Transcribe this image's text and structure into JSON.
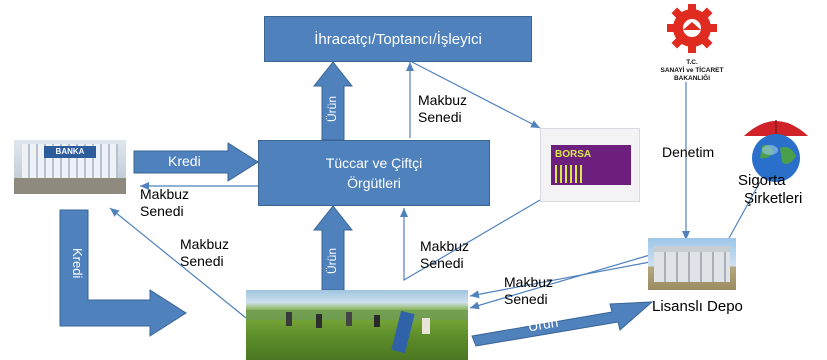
{
  "nodes": {
    "exporter": "İhracatçı/Toptancı/İşleyici",
    "trader_line1": "Tüccar ve Çiftçi",
    "trader_line2": "Örgütleri",
    "warehouse": "Lisanslı Depo",
    "insurance_line1": "Sigorta",
    "insurance_line2": "Şirketleri",
    "bank_sign": "BANKA",
    "exchange_sign": "BORSA",
    "ministry_line1": "T.C.",
    "ministry_line2": "SANAYİ ve TİCARET",
    "ministry_line3": "BAKANLIĞI"
  },
  "edges": {
    "kredi_top": "Kredi",
    "kredi_left": "Kredi",
    "urun_up_top": "Ürün",
    "urun_up_bottom": "Ürün",
    "urun_right": "Ürün",
    "makbuz_1": "Makbuz\nSenedi",
    "makbuz_2": "Makbuz\nSenedi",
    "makbuz_3": "Makbuz\nSenedi",
    "makbuz_4": "Makbuz\nSenedi",
    "makbuz_5": "Makbuz\nSenedi",
    "denetim": "Denetim"
  },
  "colors": {
    "box": "#4f81bd",
    "arrow": "#4f81bd",
    "line": "#4f81bd",
    "text": "#000000"
  }
}
